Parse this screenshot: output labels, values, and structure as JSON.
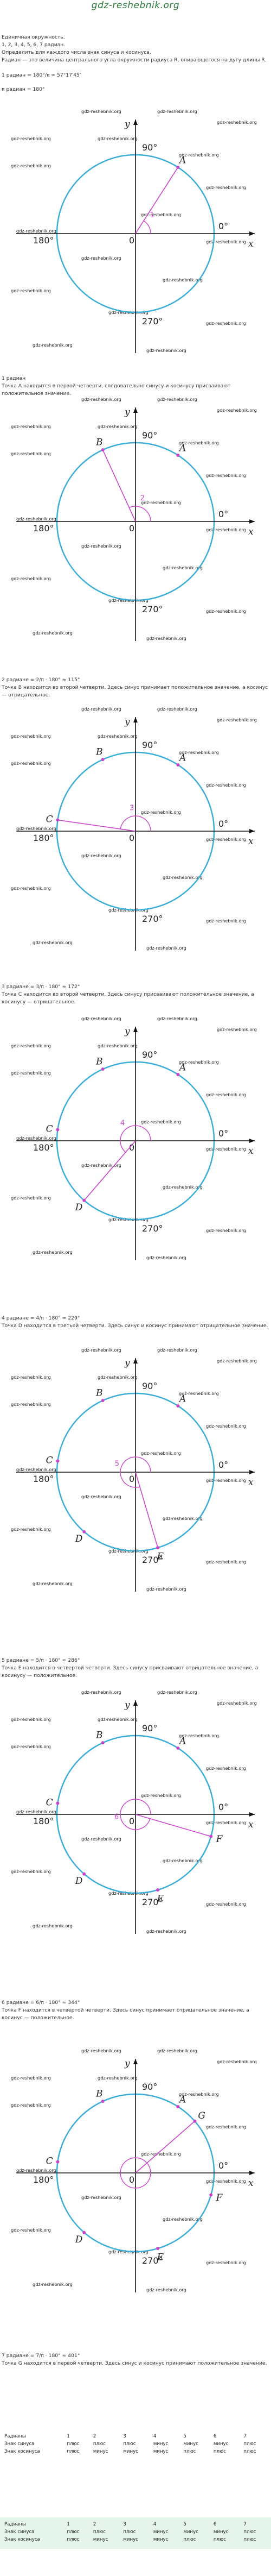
{
  "site": {
    "logo": "gdz-reshebnik.org"
  },
  "intro": {
    "line1": "Единичная окружность.",
    "line2": "1, 2, 3, 4, 5, 6, 7 радиан.",
    "line3": "Определить для каждого числа знак синуса и косинуса.",
    "line4": "Радиан — это величина центрального угла окружности радиуса R, опирающегося на дугу длины R.",
    "formula1": "1 радиан = 180°/π ≈ 57°17′45″",
    "formula2": "π радиан = 180°"
  },
  "watermark": "gdz-reshebnik.org",
  "axis": {
    "x": "x",
    "y": "y",
    "origin": "0",
    "deg0": "0°",
    "deg90": "90°",
    "deg180": "180°",
    "deg270": "270°"
  },
  "steps": [
    {
      "caption": "1 радиан",
      "text": "Точка A находится в первой четверти, следовательно синусу и косинусу присваивают положительное значение.",
      "num": "1",
      "points": [
        "A"
      ]
    },
    {
      "caption": "2 радиане = 2/π · 180° ≈ 115°",
      "text": "Точка B находится во второй четверти. Здесь синус принимает положительное значение, а косинус — отрицательное.",
      "num": "2",
      "points": [
        "A",
        "B"
      ]
    },
    {
      "caption": "3 радиане = 3/π · 180° ≈ 172°",
      "text": "Точка C находится во второй четверти. Здесь синусу присваивают положительное значение, а косинусу — отрицательное.",
      "num": "3",
      "points": [
        "A",
        "B",
        "C"
      ]
    },
    {
      "caption": "4 радиане = 4/π · 180° ≈ 229°",
      "text": "Точка D находится в третьей четверти. Здесь синус и косинус принимают отрицательное значение.",
      "num": "4",
      "points": [
        "A",
        "B",
        "C",
        "D"
      ]
    },
    {
      "caption": "5 радиане = 5/π · 180° ≈ 286°",
      "text": "Точка E находится в четвертой четверти. Здесь синусу присваивают отрицательное значение, а косинусу — положительное.",
      "num": "5",
      "points": [
        "A",
        "B",
        "C",
        "D",
        "E"
      ]
    },
    {
      "caption": "6 радиане = 6/π · 180° ≈ 344°",
      "text": "Точка F находится в четвертой четверти. Здесь синус принимает отрицательное значение, а косинус — положительное.",
      "num": "6",
      "points": [
        "A",
        "B",
        "C",
        "D",
        "E",
        "F"
      ]
    },
    {
      "caption": "7 радиане = 7/π · 180° ≈ 401°",
      "text": "Точка G находится в первой четверти. Здесь синус и косинус принимают положительное значение.",
      "num": "",
      "points": [
        "A",
        "B",
        "C",
        "D",
        "E",
        "F",
        "G"
      ]
    }
  ],
  "table1": {
    "header": [
      "Радианы",
      "1",
      "2",
      "3",
      "4",
      "5",
      "6",
      "7"
    ],
    "sin": [
      "Знак синуса",
      "плюс",
      "плюс",
      "плюс",
      "минус",
      "минус",
      "минус",
      "плюс"
    ],
    "cos": [
      "Знак косинуса",
      "плюс",
      "минус",
      "минус",
      "минус",
      "плюс",
      "плюс",
      "плюс"
    ]
  },
  "table2": {
    "header": [
      "Радианы",
      "1",
      "2",
      "3",
      "4",
      "5",
      "6",
      "7"
    ],
    "sin": [
      "Знак синуса",
      "плюс",
      "плюс",
      "плюс",
      "минус",
      "минус",
      "минус",
      "плюс"
    ],
    "cos": [
      "Знак косинуса",
      "плюс",
      "минус",
      "минус",
      "минус",
      "плюс",
      "плюс",
      "плюс"
    ]
  },
  "colors": {
    "circle": "#3aaed8",
    "accent": "#cc44cc",
    "axis": "#111111",
    "logo": "#2a7a3a"
  }
}
